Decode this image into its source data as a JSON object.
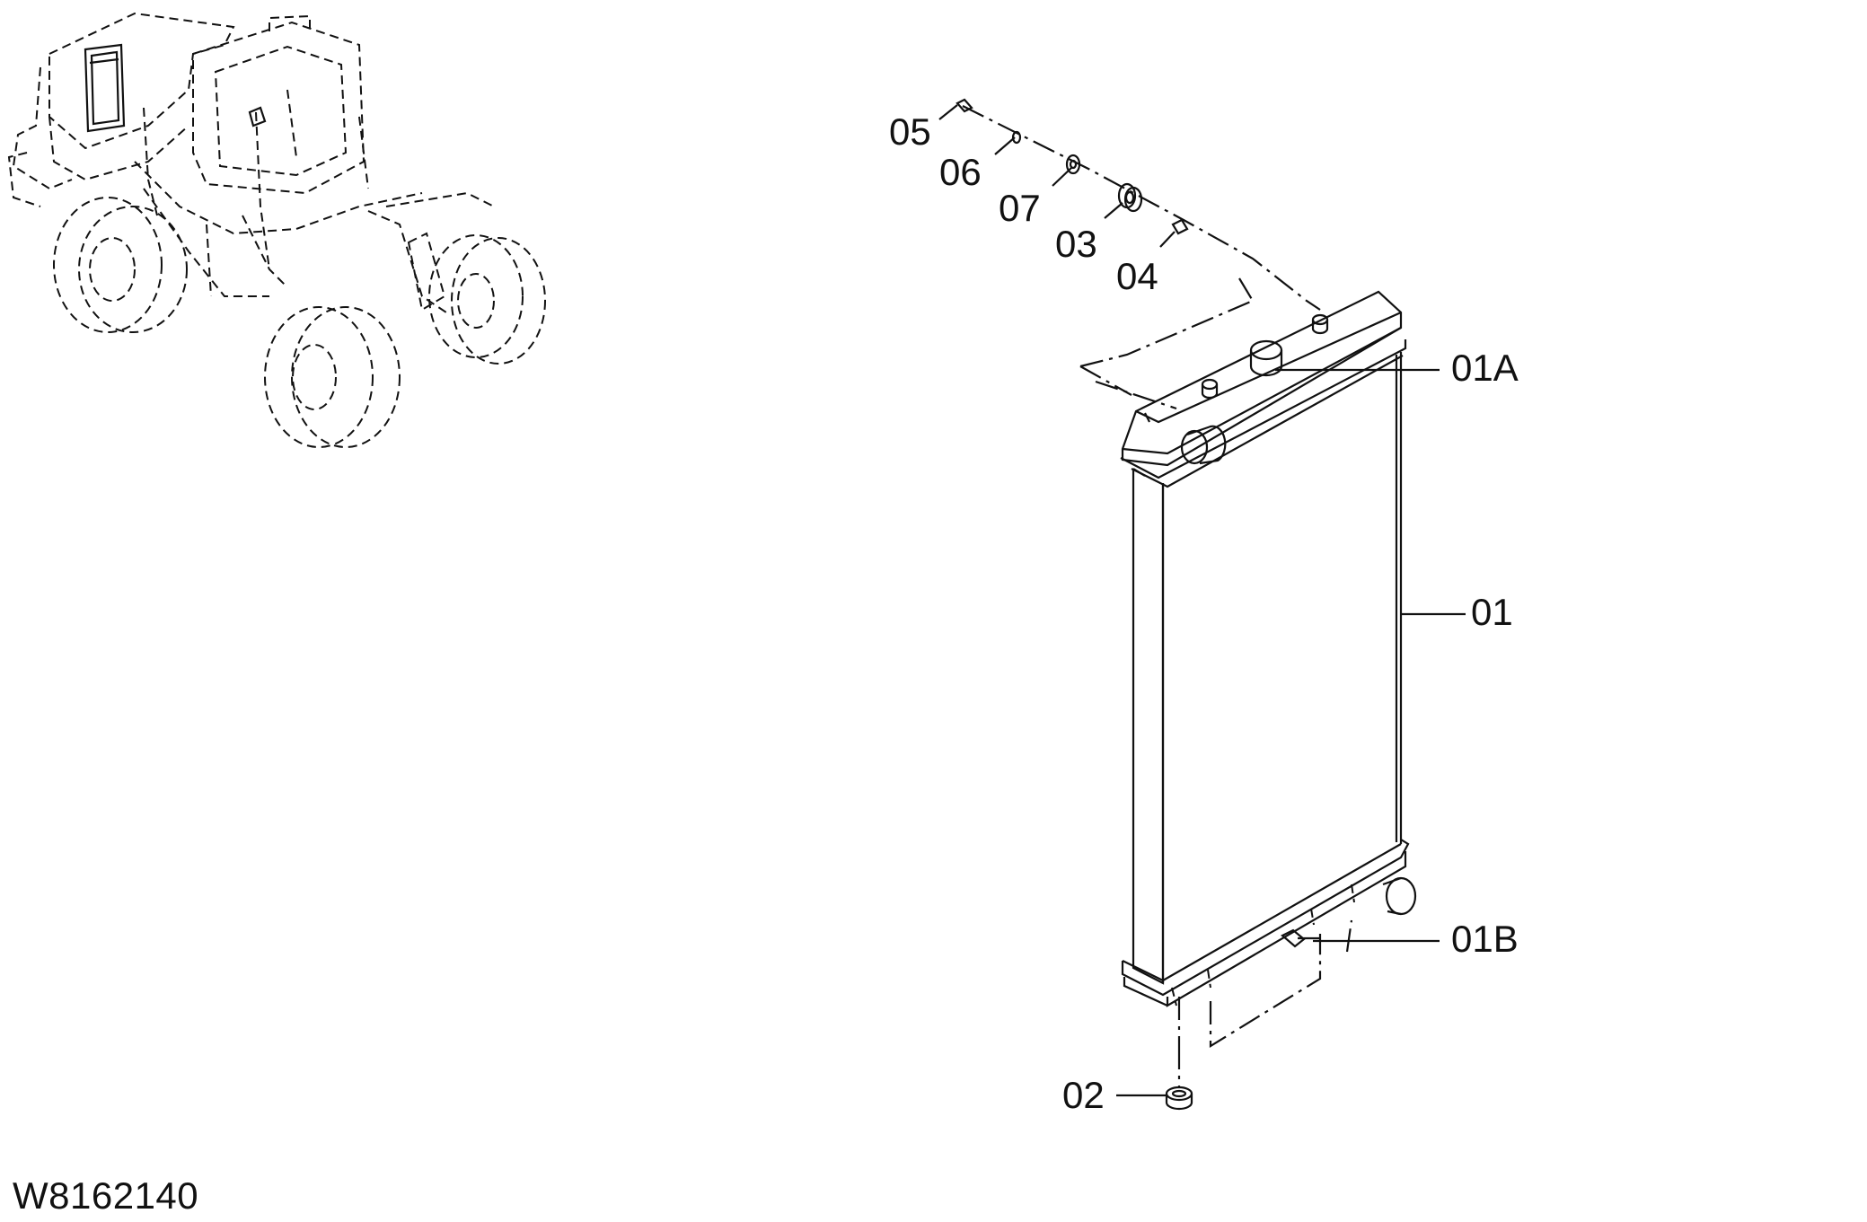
{
  "diagram": {
    "document_id": "W8162140",
    "callouts": {
      "c05": "05",
      "c06": "06",
      "c07": "07",
      "c03": "03",
      "c04": "04",
      "c01A": "01A",
      "c01": "01",
      "c01B": "01B",
      "c02": "02"
    }
  }
}
